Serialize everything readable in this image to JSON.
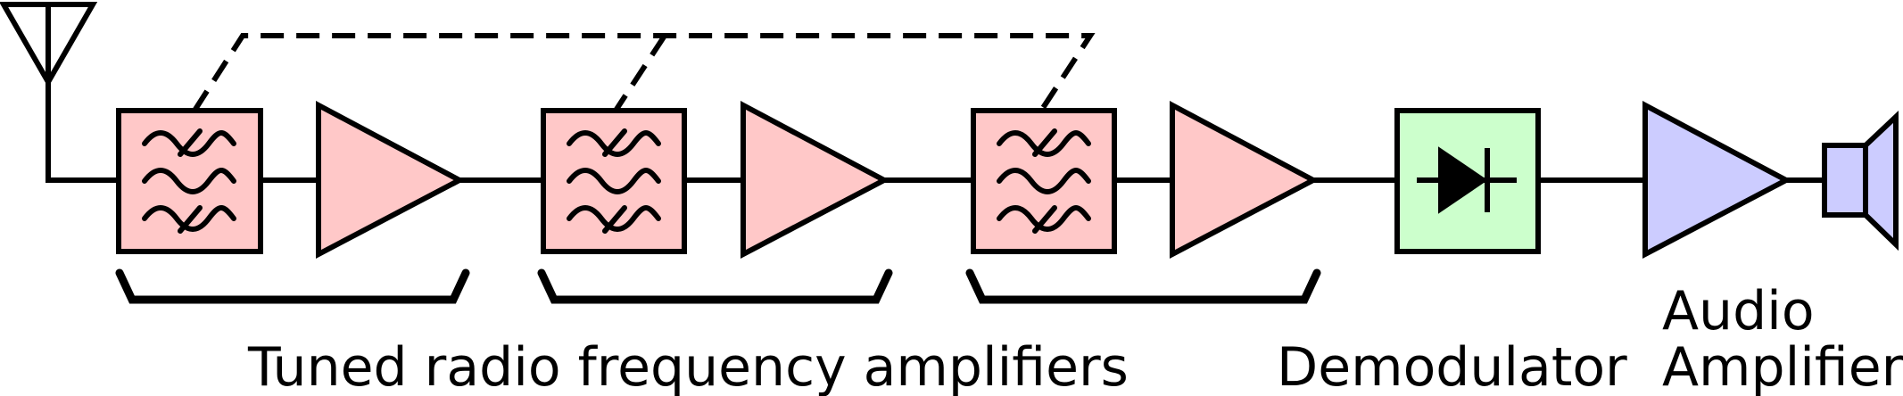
{
  "labels": {
    "trf": "Tuned radio frequency amplifiers",
    "demodulator": "Demodulator",
    "audio_line1": "Audio",
    "audio_line2": "Amplifier"
  },
  "colors": {
    "stroke": "#000000",
    "filter_fill": "#ffc8c8",
    "amp_fill": "#ffc8c8",
    "demod_fill": "#ccffcc",
    "audio_fill": "#ccccff"
  },
  "stages": [
    {
      "filter": "bandpass-filter-icon",
      "amplifier": "rf-amplifier-triangle"
    },
    {
      "filter": "bandpass-filter-icon",
      "amplifier": "rf-amplifier-triangle"
    },
    {
      "filter": "bandpass-filter-icon",
      "amplifier": "rf-amplifier-triangle"
    }
  ]
}
